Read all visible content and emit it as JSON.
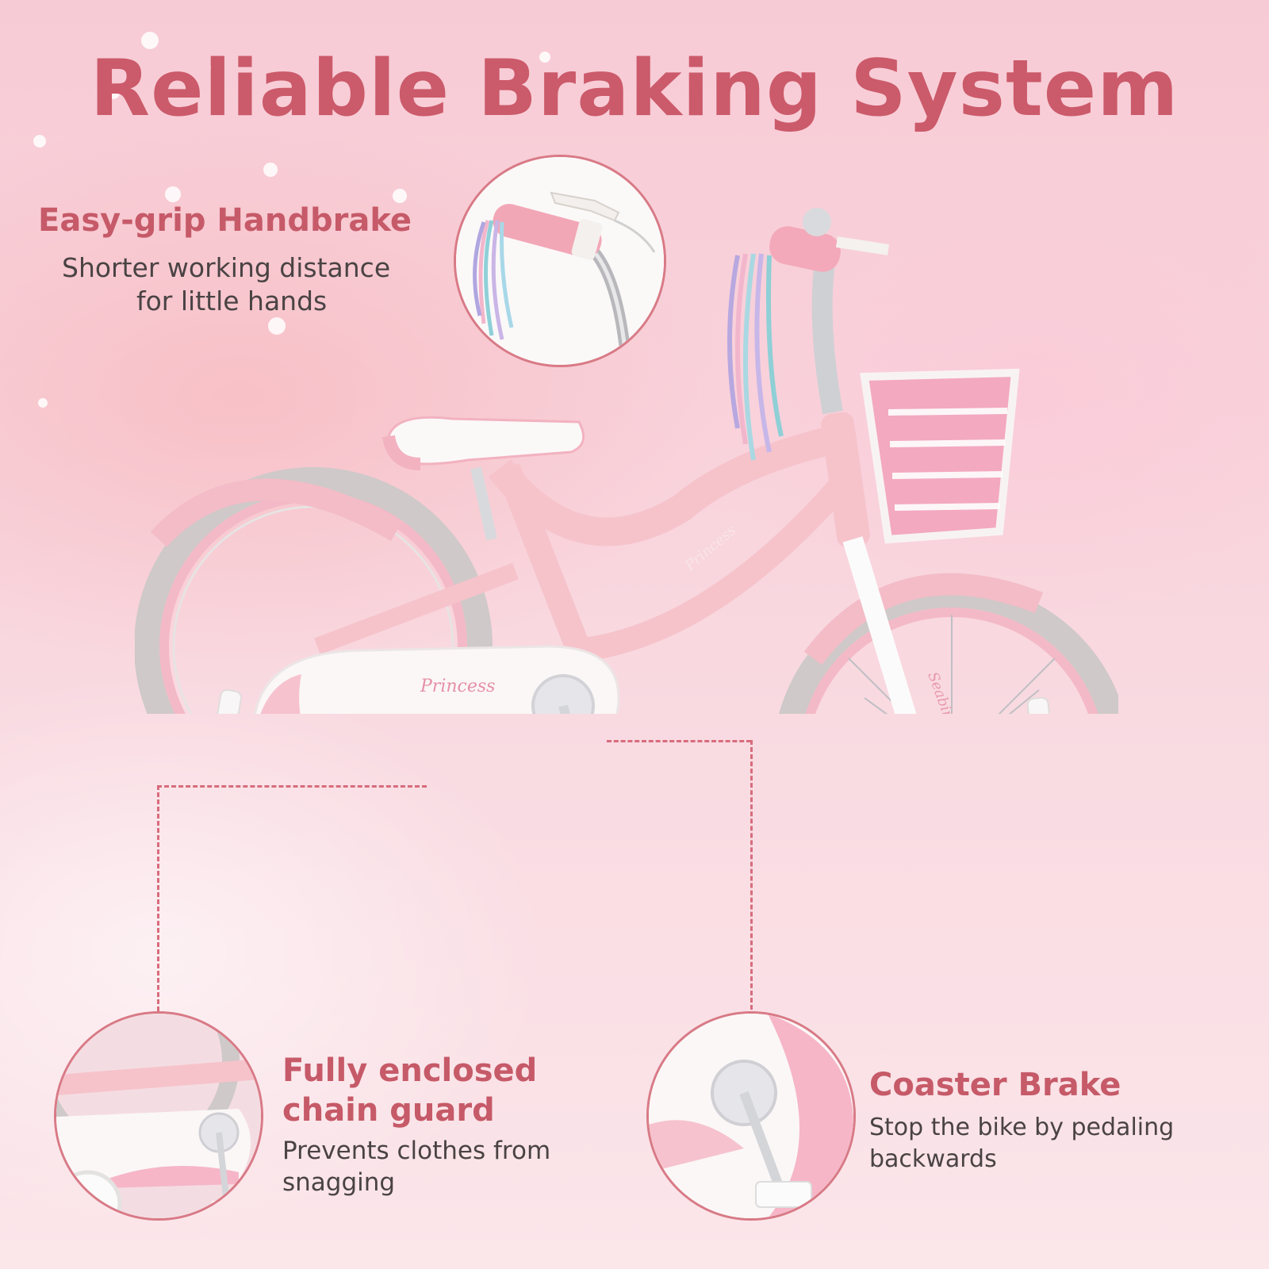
{
  "title": "Reliable Braking System",
  "features": {
    "handbrake": {
      "title": "Easy-grip Handbrake",
      "desc_line1": "Shorter working distance",
      "desc_line2": "for little hands"
    },
    "chainguard": {
      "title_line1": "Fully enclosed",
      "title_line2": "chain guard",
      "desc_line1": "Prevents clothes from",
      "desc_line2": "snagging"
    },
    "coaster": {
      "title": "Coaster Brake",
      "desc_line1": "Stop the bike by pedaling",
      "desc_line2": "backwards"
    }
  },
  "bike": {
    "chainguard_brand": "Princess",
    "frame_brand": "Princess",
    "fork_brand": "Seabird"
  },
  "colors": {
    "accent": "#cb5a6a",
    "frame_pink": "#f6c3cb",
    "tire_gray": "#c9c3c3"
  }
}
